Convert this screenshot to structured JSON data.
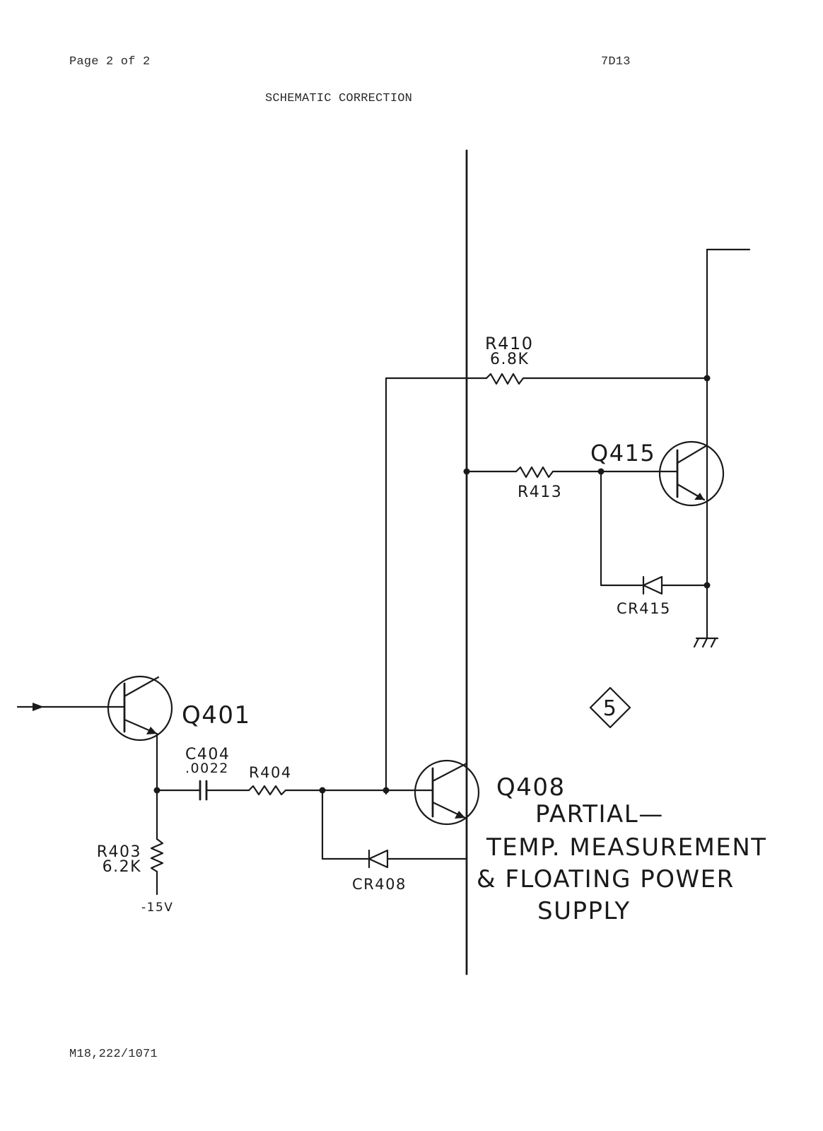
{
  "header": {
    "page_label": "Page 2 of 2",
    "doc_code": "7D13",
    "title": "SCHEMATIC CORRECTION"
  },
  "schematic": {
    "components": {
      "q401": "Q401",
      "q408": "Q408",
      "q415": "Q415",
      "c404_name": "C404",
      "c404_value": ".0022",
      "r404": "R404",
      "r403_name": "R403",
      "r403_value": "6.2K",
      "r410_name": "R410",
      "r410_value": "6.8K",
      "r413": "R413",
      "cr408": "CR408",
      "cr415": "CR415"
    },
    "supply_label": "-15V",
    "marker": "5",
    "caption": {
      "line1": "PARTIAL—",
      "line2": "TEMP. MEASUREMENT",
      "line3": "& FLOATING POWER",
      "line4": "SUPPLY"
    }
  },
  "footer": {
    "code": "M18,222/1071"
  }
}
